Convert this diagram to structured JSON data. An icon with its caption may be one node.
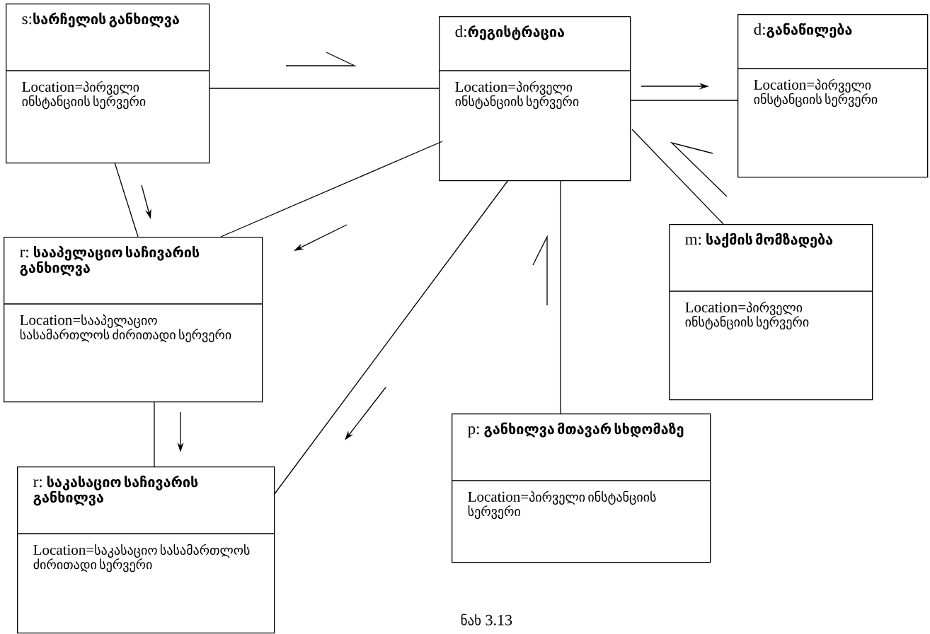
{
  "diagram": {
    "caption": "ნახ 3.13",
    "nodes": [
      {
        "text": [
          "s:**სარჩელის განხილვა**",
          "Location=პირველი ინსტანციის სერვერი"
        ]
      },
      {
        "text": [
          "d:**რეგისტრაცია**",
          "Location=პირველი ინსტანციის სერვერი"
        ]
      },
      {
        "text": [
          "d:**განაწილება**",
          "Location=პირველი ინსტანციის სერვერი"
        ]
      },
      {
        "text": [
          "r: **სააპელაციო საჩივარის განხილვა**",
          "Location=სააპელაციო სასამართლოს ძირითადი სერვერი"
        ]
      },
      {
        "text": [
          "m: **საქმის მომზადება**",
          "Location=პირველი ინსტანციის სერვერი"
        ]
      },
      {
        "text": [
          "p: **განხილვა მთავარ სხდომაზე**",
          "Location=პირველი ინსტანციის სერვერი"
        ]
      },
      {
        "text": [
          "r: **საკასაციო საჩივარის განხილვა**",
          "Location=საკასაციო სასამართლოს ძირითადი სერვერი"
        ]
      }
    ],
    "edges": [
      {
        "from": 0,
        "to": 1,
        "arrow": "none"
      },
      {
        "from": 1,
        "to": 2,
        "arrow": "none"
      },
      {
        "from": 1,
        "to": 3,
        "arrow": "none"
      },
      {
        "from": 1,
        "to": 4,
        "arrow": "none"
      },
      {
        "from": 1,
        "to": 5,
        "arrow": "none"
      },
      {
        "from": 1,
        "to": 6,
        "arrow": "none"
      },
      {
        "from": 0,
        "to": 3,
        "arrow": "none"
      },
      {
        "from": 3,
        "to": 6,
        "arrow": "none"
      }
    ]
  }
}
